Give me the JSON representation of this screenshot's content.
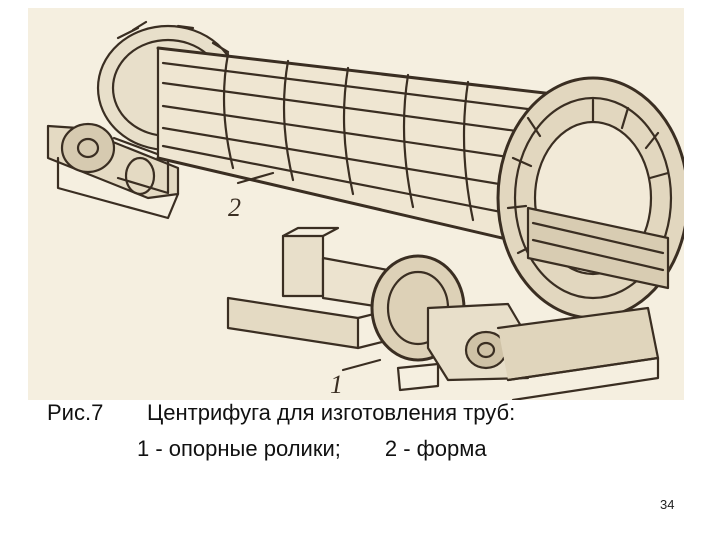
{
  "figure": {
    "label_1": "1",
    "label_2": "2"
  },
  "caption": {
    "figure_number": "Рис.7",
    "title": "Центрифуга для изготовления труб:",
    "item_1": "1 - опорные ролики;",
    "item_2": "2 - форма"
  },
  "page_number": "34",
  "colors": {
    "ink": "#3a2e22",
    "paper": "#f5efe0"
  }
}
